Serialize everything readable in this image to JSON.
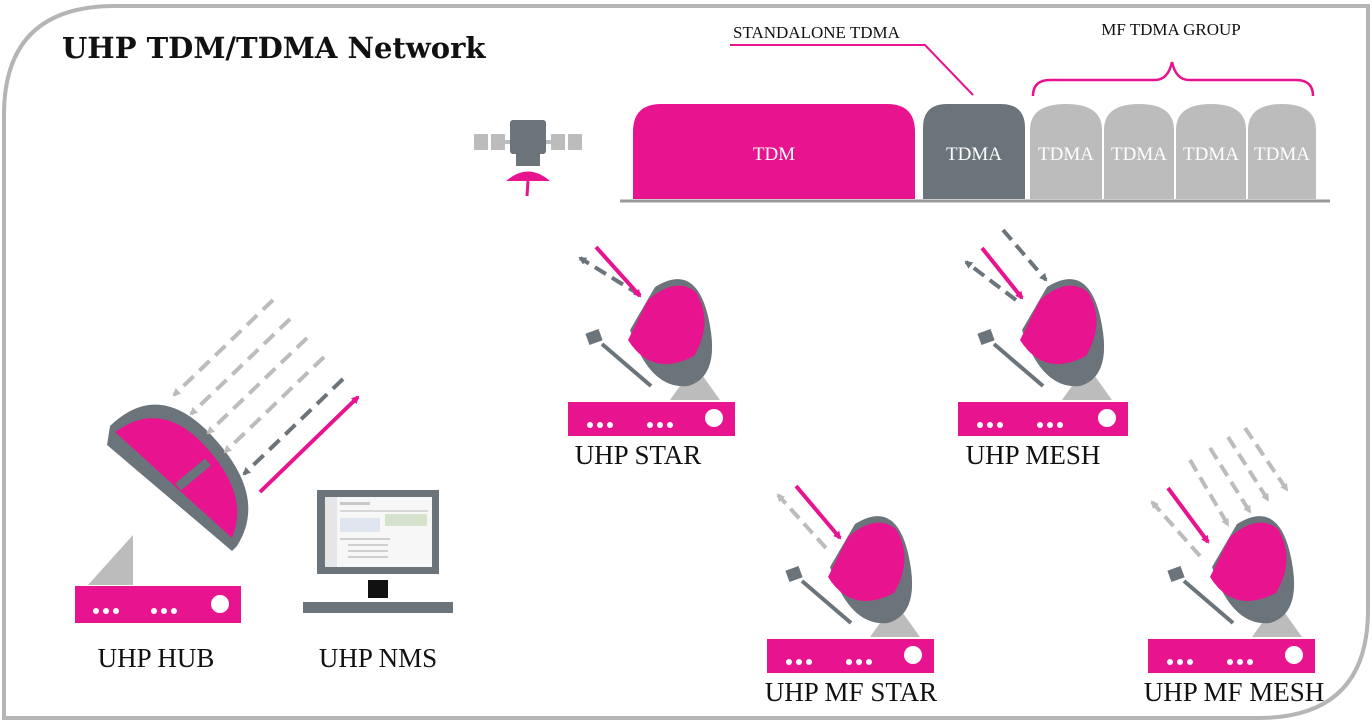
{
  "title": "UHP TDM/TDMA Network",
  "spectrum": {
    "standalone_label": "STANDALONE TDMA",
    "group_label": "MF TDMA GROUP",
    "tdm_label": "TDM",
    "standalone_carrier": "TDMA",
    "group_carriers": [
      "TDMA",
      "TDMA",
      "TDMA",
      "TDMA"
    ]
  },
  "nodes": {
    "hub": "UHP HUB",
    "nms": "UHP NMS",
    "star": "UHP STAR",
    "mesh": "UHP MESH",
    "mf_star": "UHP MF STAR",
    "mf_mesh": "UHP MF MESH"
  },
  "colors": {
    "magenta": "#e8138f",
    "dark_gray": "#6b747a",
    "light_gray": "#bcbcbc",
    "border": "#b5b5b5"
  }
}
